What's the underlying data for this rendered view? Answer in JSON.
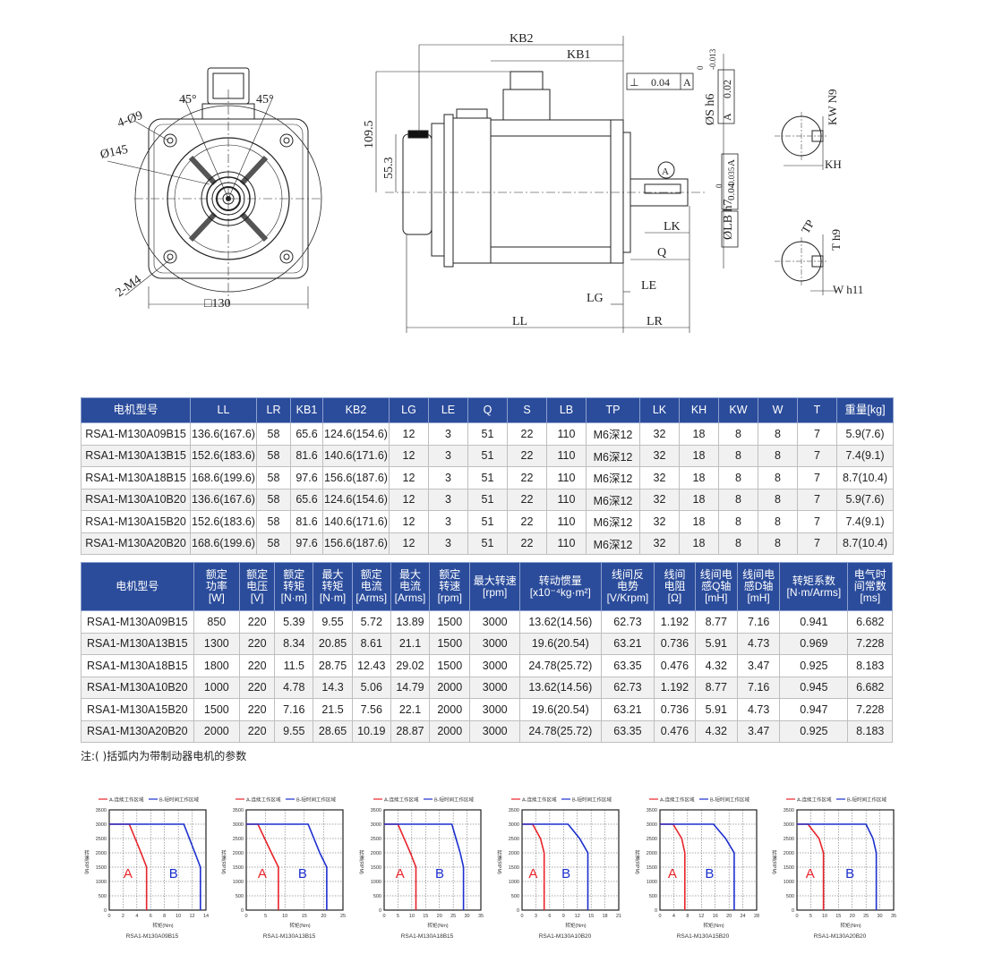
{
  "drawing": {
    "front": {
      "angle_left": "45°",
      "angle_right": "45°",
      "holes": "4-Ø9",
      "pcd": "Ø145",
      "tap": "2-M4",
      "flange": "□130"
    },
    "side": {
      "kb2": "KB2",
      "kb1": "KB1",
      "h1": "109.5",
      "h2": "55.3",
      "tol1": "0.04",
      "tol1_ref": "A",
      "shaft_fit": "ØS h6",
      "shaft_tol_up": "0",
      "shaft_tol_low": "-0.013",
      "runout": "0.02",
      "datum": "A",
      "lb_fit": "ØLB h7",
      "lb_tol_up": "0",
      "lb_tol_low": "-0.035",
      "conc": "0.04",
      "conc_ref": "A",
      "lk": "LK",
      "q": "Q",
      "le": "LE",
      "lg": "LG",
      "ll": "LL",
      "lr": "LR"
    },
    "shaft_top": {
      "kw": "KW N9",
      "kh": "KH"
    },
    "shaft_bottom": {
      "tp": "TP",
      "t": "T h9",
      "w": "W h11"
    }
  },
  "table1": {
    "headers": [
      "电机型号",
      "LL",
      "LR",
      "KB1",
      "KB2",
      "LG",
      "LE",
      "Q",
      "S",
      "LB",
      "TP",
      "LK",
      "KH",
      "KW",
      "W",
      "T",
      "重量[kg]"
    ],
    "rows": [
      [
        "RSA1-M130A09B15",
        "136.6(167.6)",
        "58",
        "65.6",
        "124.6(154.6)",
        "12",
        "3",
        "51",
        "22",
        "110",
        "M6深12",
        "32",
        "18",
        "8",
        "8",
        "7",
        "5.9(7.6)"
      ],
      [
        "RSA1-M130A13B15",
        "152.6(183.6)",
        "58",
        "81.6",
        "140.6(171.6)",
        "12",
        "3",
        "51",
        "22",
        "110",
        "M6深12",
        "32",
        "18",
        "8",
        "8",
        "7",
        "7.4(9.1)"
      ],
      [
        "RSA1-M130A18B15",
        "168.6(199.6)",
        "58",
        "97.6",
        "156.6(187.6)",
        "12",
        "3",
        "51",
        "22",
        "110",
        "M6深12",
        "32",
        "18",
        "8",
        "8",
        "7",
        "8.7(10.4)"
      ],
      [
        "RSA1-M130A10B20",
        "136.6(167.6)",
        "58",
        "65.6",
        "124.6(154.6)",
        "12",
        "3",
        "51",
        "22",
        "110",
        "M6深12",
        "32",
        "18",
        "8",
        "8",
        "7",
        "5.9(7.6)"
      ],
      [
        "RSA1-M130A15B20",
        "152.6(183.6)",
        "58",
        "81.6",
        "140.6(171.6)",
        "12",
        "3",
        "51",
        "22",
        "110",
        "M6深12",
        "32",
        "18",
        "8",
        "8",
        "7",
        "7.4(9.1)"
      ],
      [
        "RSA1-M130A20B20",
        "168.6(199.6)",
        "58",
        "97.6",
        "156.6(187.6)",
        "12",
        "3",
        "51",
        "22",
        "110",
        "M6深12",
        "32",
        "18",
        "8",
        "8",
        "7",
        "8.7(10.4)"
      ]
    ]
  },
  "table2": {
    "headers": [
      [
        "电机型号"
      ],
      [
        "额定",
        "功率",
        "[W]"
      ],
      [
        "额定",
        "电压",
        "[V]"
      ],
      [
        "额定",
        "转矩",
        "[N·m]"
      ],
      [
        "最大",
        "转矩",
        "[N·m]"
      ],
      [
        "额定",
        "电流",
        "[Arms]"
      ],
      [
        "最大",
        "电流",
        "[Arms]"
      ],
      [
        "额定",
        "转速",
        "[rpm]"
      ],
      [
        "最大转速",
        "[rpm]"
      ],
      [
        "转动惯量",
        "[x10⁻⁴kg·m²]"
      ],
      [
        "线间反",
        "电势",
        "[V/Krpm]"
      ],
      [
        "线间",
        "电阻",
        "[Ω]"
      ],
      [
        "线间电",
        "感Q轴",
        "[mH]"
      ],
      [
        "线间电",
        "感D轴",
        "[mH]"
      ],
      [
        "转矩系数",
        "[N·m/Arms]"
      ],
      [
        "电气时",
        "间常数",
        "[ms]"
      ]
    ],
    "rows": [
      [
        "RSA1-M130A09B15",
        "850",
        "220",
        "5.39",
        "9.55",
        "5.72",
        "13.89",
        "1500",
        "3000",
        "13.62(14.56)",
        "62.73",
        "1.192",
        "8.77",
        "7.16",
        "0.941",
        "6.682"
      ],
      [
        "RSA1-M130A13B15",
        "1300",
        "220",
        "8.34",
        "20.85",
        "8.61",
        "21.1",
        "1500",
        "3000",
        "19.6(20.54)",
        "63.21",
        "0.736",
        "5.91",
        "4.73",
        "0.969",
        "7.228"
      ],
      [
        "RSA1-M130A18B15",
        "1800",
        "220",
        "11.5",
        "28.75",
        "12.43",
        "29.02",
        "1500",
        "3000",
        "24.78(25.72)",
        "63.35",
        "0.476",
        "4.32",
        "3.47",
        "0.925",
        "8.183"
      ],
      [
        "RSA1-M130A10B20",
        "1000",
        "220",
        "4.78",
        "14.3",
        "5.06",
        "14.79",
        "2000",
        "3000",
        "13.62(14.56)",
        "62.73",
        "1.192",
        "8.77",
        "7.16",
        "0.945",
        "6.682"
      ],
      [
        "RSA1-M130A15B20",
        "1500",
        "220",
        "7.16",
        "21.5",
        "7.56",
        "22.1",
        "2000",
        "3000",
        "19.6(20.54)",
        "63.21",
        "0.736",
        "5.91",
        "4.73",
        "0.947",
        "7.228"
      ],
      [
        "RSA1-M130A20B20",
        "2000",
        "220",
        "9.55",
        "28.65",
        "10.19",
        "28.87",
        "2000",
        "3000",
        "24.78(25.72)",
        "63.35",
        "0.476",
        "4.32",
        "3.47",
        "0.925",
        "8.183"
      ]
    ]
  },
  "note": "注:(    )括弧内为带制动器电机的参数",
  "chart_data": [
    {
      "type": "line",
      "title": "RSA1-M130A09B15",
      "legend": [
        "A-连续工作区域",
        "B-短时间工作区域"
      ],
      "ylabel": "转速(RPM)",
      "xlabel": "转矩(Nm)",
      "xticks": [
        0,
        2,
        4,
        6,
        8,
        10,
        12,
        14
      ],
      "xlim": [
        0,
        14
      ],
      "yticks": [
        0,
        500,
        1000,
        1500,
        2000,
        2500,
        3000,
        3500
      ],
      "ylim": [
        0,
        3500
      ],
      "series": [
        {
          "name": "A",
          "color": "#e8232a",
          "x": [
            0,
            2.9,
            4.6,
            5.4,
            5.4
          ],
          "y": [
            3000,
            3000,
            2000,
            1500,
            0
          ]
        },
        {
          "name": "B",
          "color": "#1c2fcf",
          "x": [
            0,
            10.8,
            12.4,
            13.2,
            13.2
          ],
          "y": [
            3000,
            3000,
            2000,
            1500,
            0
          ]
        }
      ]
    },
    {
      "type": "line",
      "title": "RSA1-M130A13B15",
      "legend": [
        "A-连续工作区域",
        "B-短时间工作区域"
      ],
      "ylabel": "转速(RPM)",
      "xlabel": "转矩(Nm)",
      "xticks": [
        0,
        5,
        10,
        15,
        20,
        25
      ],
      "xlim": [
        0,
        25
      ],
      "yticks": [
        0,
        500,
        1000,
        1500,
        2000,
        2500,
        3000,
        3500
      ],
      "ylim": [
        0,
        3500
      ],
      "series": [
        {
          "name": "A",
          "color": "#e8232a",
          "x": [
            0,
            3,
            6.5,
            8.3,
            8.3
          ],
          "y": [
            3000,
            3000,
            2000,
            1500,
            0
          ]
        },
        {
          "name": "B",
          "color": "#1c2fcf",
          "x": [
            0,
            16,
            19,
            20.8,
            20.8
          ],
          "y": [
            3000,
            3000,
            2000,
            1500,
            0
          ]
        }
      ]
    },
    {
      "type": "line",
      "title": "RSA1-M130A18B15",
      "legend": [
        "A-连续工作区域",
        "B-短时间工作区域"
      ],
      "ylabel": "转速(RPM)",
      "xlabel": "转矩(Nm)",
      "xticks": [
        0,
        5,
        10,
        15,
        20,
        25,
        30,
        35
      ],
      "xlim": [
        0,
        35
      ],
      "yticks": [
        0,
        500,
        1000,
        1500,
        2000,
        2500,
        3000,
        3500
      ],
      "ylim": [
        0,
        3500
      ],
      "series": [
        {
          "name": "A",
          "color": "#e8232a",
          "x": [
            0,
            5,
            9.5,
            11.5,
            11.5
          ],
          "y": [
            3000,
            3000,
            2000,
            1500,
            0
          ]
        },
        {
          "name": "B",
          "color": "#1c2fcf",
          "x": [
            0,
            24.5,
            27.5,
            28.7,
            28.7
          ],
          "y": [
            3000,
            3000,
            2000,
            1500,
            0
          ]
        }
      ]
    },
    {
      "type": "line",
      "title": "RSA1-M130A10B20",
      "legend": [
        "A-连续工作区域",
        "B-短时间工作区域"
      ],
      "ylabel": "转速(RPM)",
      "xlabel": "转矩(Nm)",
      "xticks": [
        0,
        3,
        6,
        9,
        12,
        15,
        18,
        21
      ],
      "xlim": [
        0,
        21
      ],
      "yticks": [
        0,
        500,
        1000,
        1500,
        2000,
        2500,
        3000,
        3500
      ],
      "ylim": [
        0,
        3500
      ],
      "series": [
        {
          "name": "A",
          "color": "#e8232a",
          "x": [
            0,
            2.3,
            4,
            4.8,
            4.8
          ],
          "y": [
            3000,
            3000,
            2500,
            2000,
            0
          ]
        },
        {
          "name": "B",
          "color": "#1c2fcf",
          "x": [
            0,
            10,
            12.5,
            14.3,
            14.3
          ],
          "y": [
            3000,
            3000,
            2500,
            2000,
            0
          ]
        }
      ]
    },
    {
      "type": "line",
      "title": "RSA1-M130A15B20",
      "legend": [
        "A-连续工作区域",
        "B-短时间工作区域"
      ],
      "ylabel": "转速(RPM)",
      "xlabel": "转矩(Nm)",
      "xticks": [
        0,
        4,
        8,
        12,
        16,
        20,
        24,
        28
      ],
      "xlim": [
        0,
        28
      ],
      "yticks": [
        0,
        500,
        1000,
        1500,
        2000,
        2500,
        3000,
        3500
      ],
      "ylim": [
        0,
        3500
      ],
      "series": [
        {
          "name": "A",
          "color": "#e8232a",
          "x": [
            0,
            3.8,
            6.3,
            7.2,
            7.2
          ],
          "y": [
            3000,
            3000,
            2500,
            2000,
            0
          ]
        },
        {
          "name": "B",
          "color": "#1c2fcf",
          "x": [
            0,
            15.5,
            19,
            21.5,
            21.5
          ],
          "y": [
            3000,
            3000,
            2500,
            2000,
            0
          ]
        }
      ]
    },
    {
      "type": "line",
      "title": "RSA1-M130A20B20",
      "legend": [
        "A-连续工作区域",
        "B-短时间工作区域"
      ],
      "ylabel": "转速(RPM)",
      "xlabel": "转矩(Nm)",
      "xticks": [
        0,
        5,
        10,
        15,
        20,
        25,
        30,
        35
      ],
      "xlim": [
        0,
        35
      ],
      "yticks": [
        0,
        500,
        1000,
        1500,
        2000,
        2500,
        3000,
        3500
      ],
      "ylim": [
        0,
        3500
      ],
      "series": [
        {
          "name": "A",
          "color": "#e8232a",
          "x": [
            0,
            4,
            8,
            9.6,
            9.6
          ],
          "y": [
            3000,
            3000,
            2500,
            2000,
            0
          ]
        },
        {
          "name": "B",
          "color": "#1c2fcf",
          "x": [
            0,
            25,
            27.5,
            28.7,
            28.7
          ],
          "y": [
            3000,
            3000,
            2500,
            2000,
            0
          ]
        }
      ]
    }
  ]
}
